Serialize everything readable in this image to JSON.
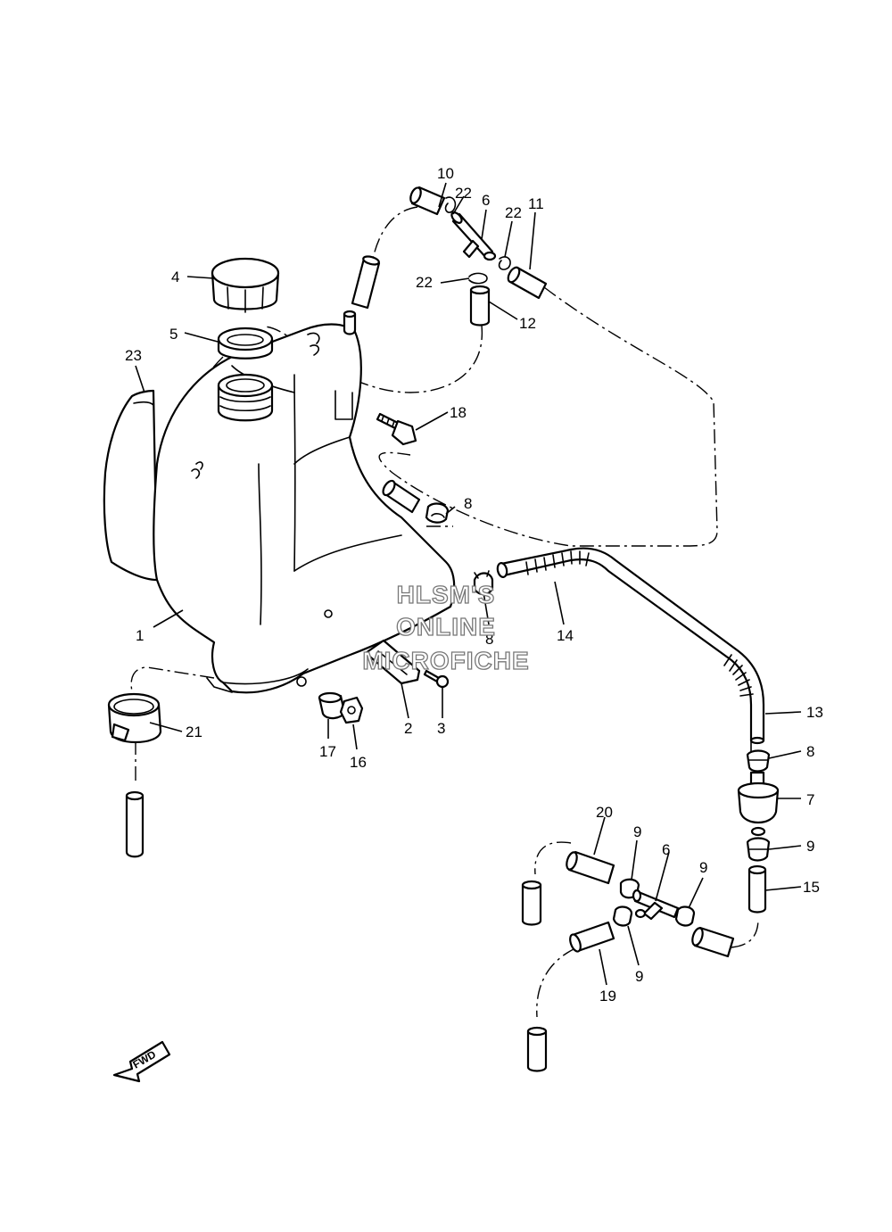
{
  "watermark": {
    "lines": [
      "HLSM'S",
      "ONLINE",
      "MICROFICHE"
    ],
    "color": "#777777"
  },
  "fwd_label": "FWD",
  "labels": [
    "1",
    "2",
    "3",
    "4",
    "5",
    "6",
    "6",
    "7",
    "8",
    "8",
    "8",
    "9",
    "9",
    "9",
    "9",
    "9",
    "10",
    "11",
    "12",
    "13",
    "14",
    "15",
    "16",
    "17",
    "18",
    "19",
    "20",
    "21",
    "22",
    "22",
    "22",
    "23"
  ]
}
